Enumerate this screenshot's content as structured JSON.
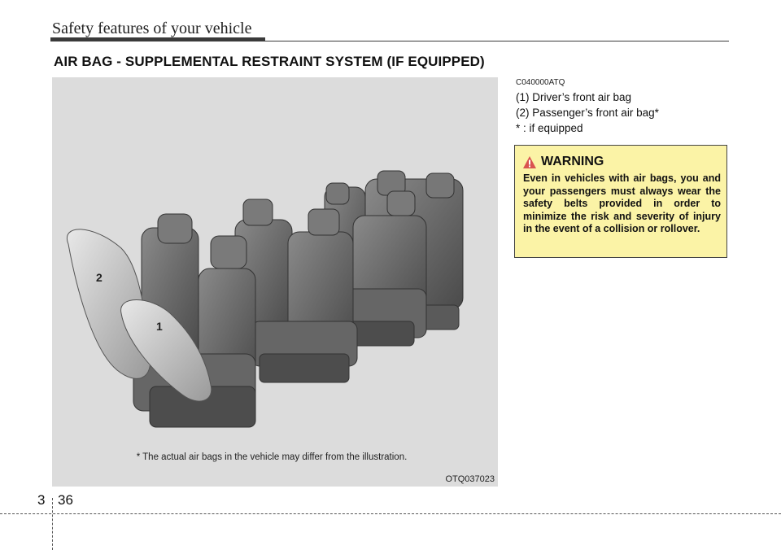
{
  "header": {
    "title": "Safety features of your vehicle"
  },
  "section": {
    "title": "AIR BAG - SUPPLEMENTAL RESTRAINT SYSTEM (IF EQUIPPED)"
  },
  "figure": {
    "callout_1": "1",
    "callout_2": "2",
    "caption": "* The actual air bags in the vehicle may differ from the illustration.",
    "image_code": "OTQ037023"
  },
  "text": {
    "code": "C040000ATQ",
    "items": [
      "(1) Driver’s front air bag",
      "(2) Passenger’s front air bag*",
      "* : if equipped"
    ]
  },
  "warning": {
    "title": "WARNING",
    "body": "Even in vehicles with air bags, you and your passengers must always wear the safety belts provided in order to minimize the risk and severity of injury in the event of a collision or rollover.",
    "accent_color": "#fbf3a6"
  },
  "footer": {
    "chapter": "3",
    "page": "36"
  }
}
